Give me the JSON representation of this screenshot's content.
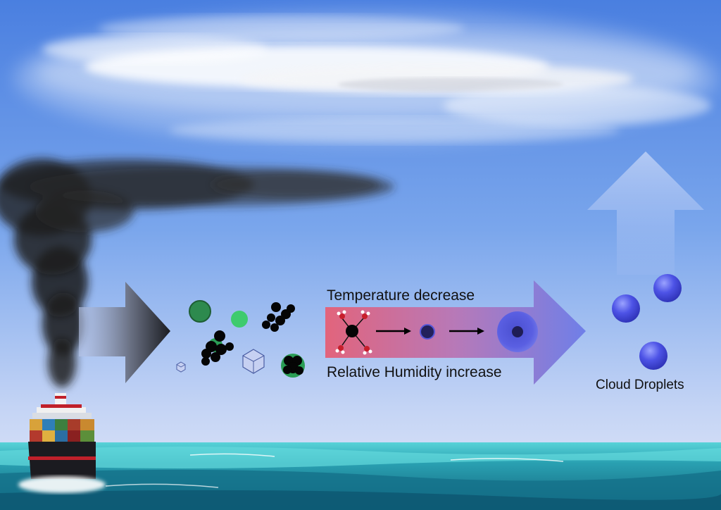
{
  "title": "",
  "labels": {
    "temperature": "Temperature decrease",
    "humidity": "Relative Humidity increase",
    "cloud_droplets": "Cloud Droplets"
  },
  "colors": {
    "sky_top": "#4a7fe0",
    "sky_bottom": "#dfe7f7",
    "sea": "#1f7f95",
    "sea_light": "#4fd0d6",
    "smoke": "#1a1a1a",
    "aerosol_green": "#2a9d55",
    "process_pink": "#e06a82",
    "process_blue": "#7a86e6",
    "droplet": "#4a4fe0"
  },
  "icons": [
    "cloud-icon",
    "smoke-plume-icon",
    "ship-icon",
    "sea-waves-icon",
    "up-arrow-icon",
    "emission-arrow-icon",
    "process-arrow-icon",
    "water-molecule-icon",
    "droplet-icon"
  ]
}
